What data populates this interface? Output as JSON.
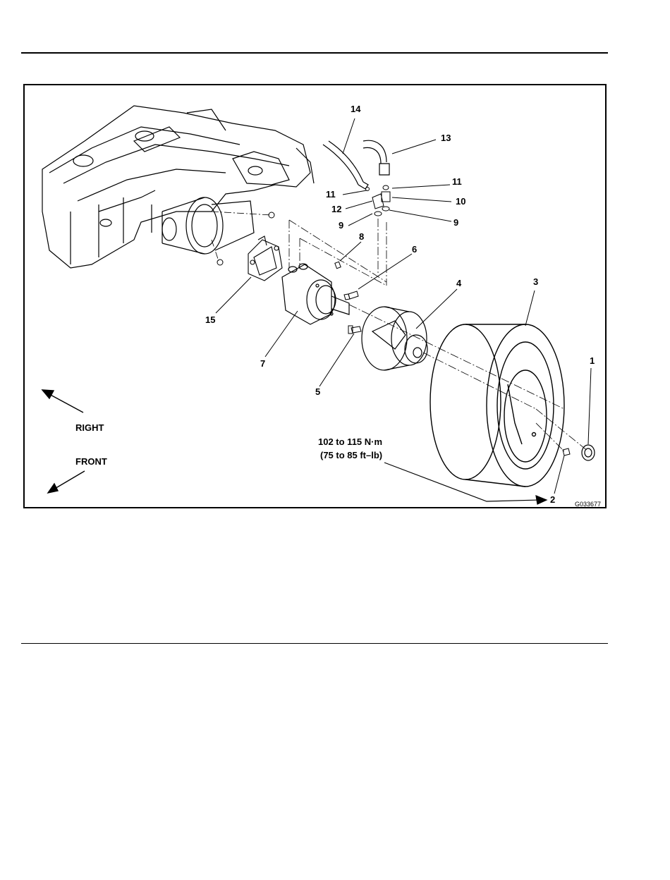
{
  "page": {
    "figure_id": "G033677"
  },
  "callouts": {
    "c1": "1",
    "c2": "2",
    "c3": "3",
    "c4": "4",
    "c5": "5",
    "c6": "6",
    "c7": "7",
    "c8": "8",
    "c9a": "9",
    "c9b": "9",
    "c10": "10",
    "c11a": "11",
    "c11b": "11",
    "c12": "12",
    "c13": "13",
    "c14": "14",
    "c15": "15"
  },
  "directions": {
    "right": "RIGHT",
    "front": "FRONT"
  },
  "torque": {
    "metric": "102 to 115 N·m",
    "imperial": "(75 to 85 ft–lb)"
  }
}
